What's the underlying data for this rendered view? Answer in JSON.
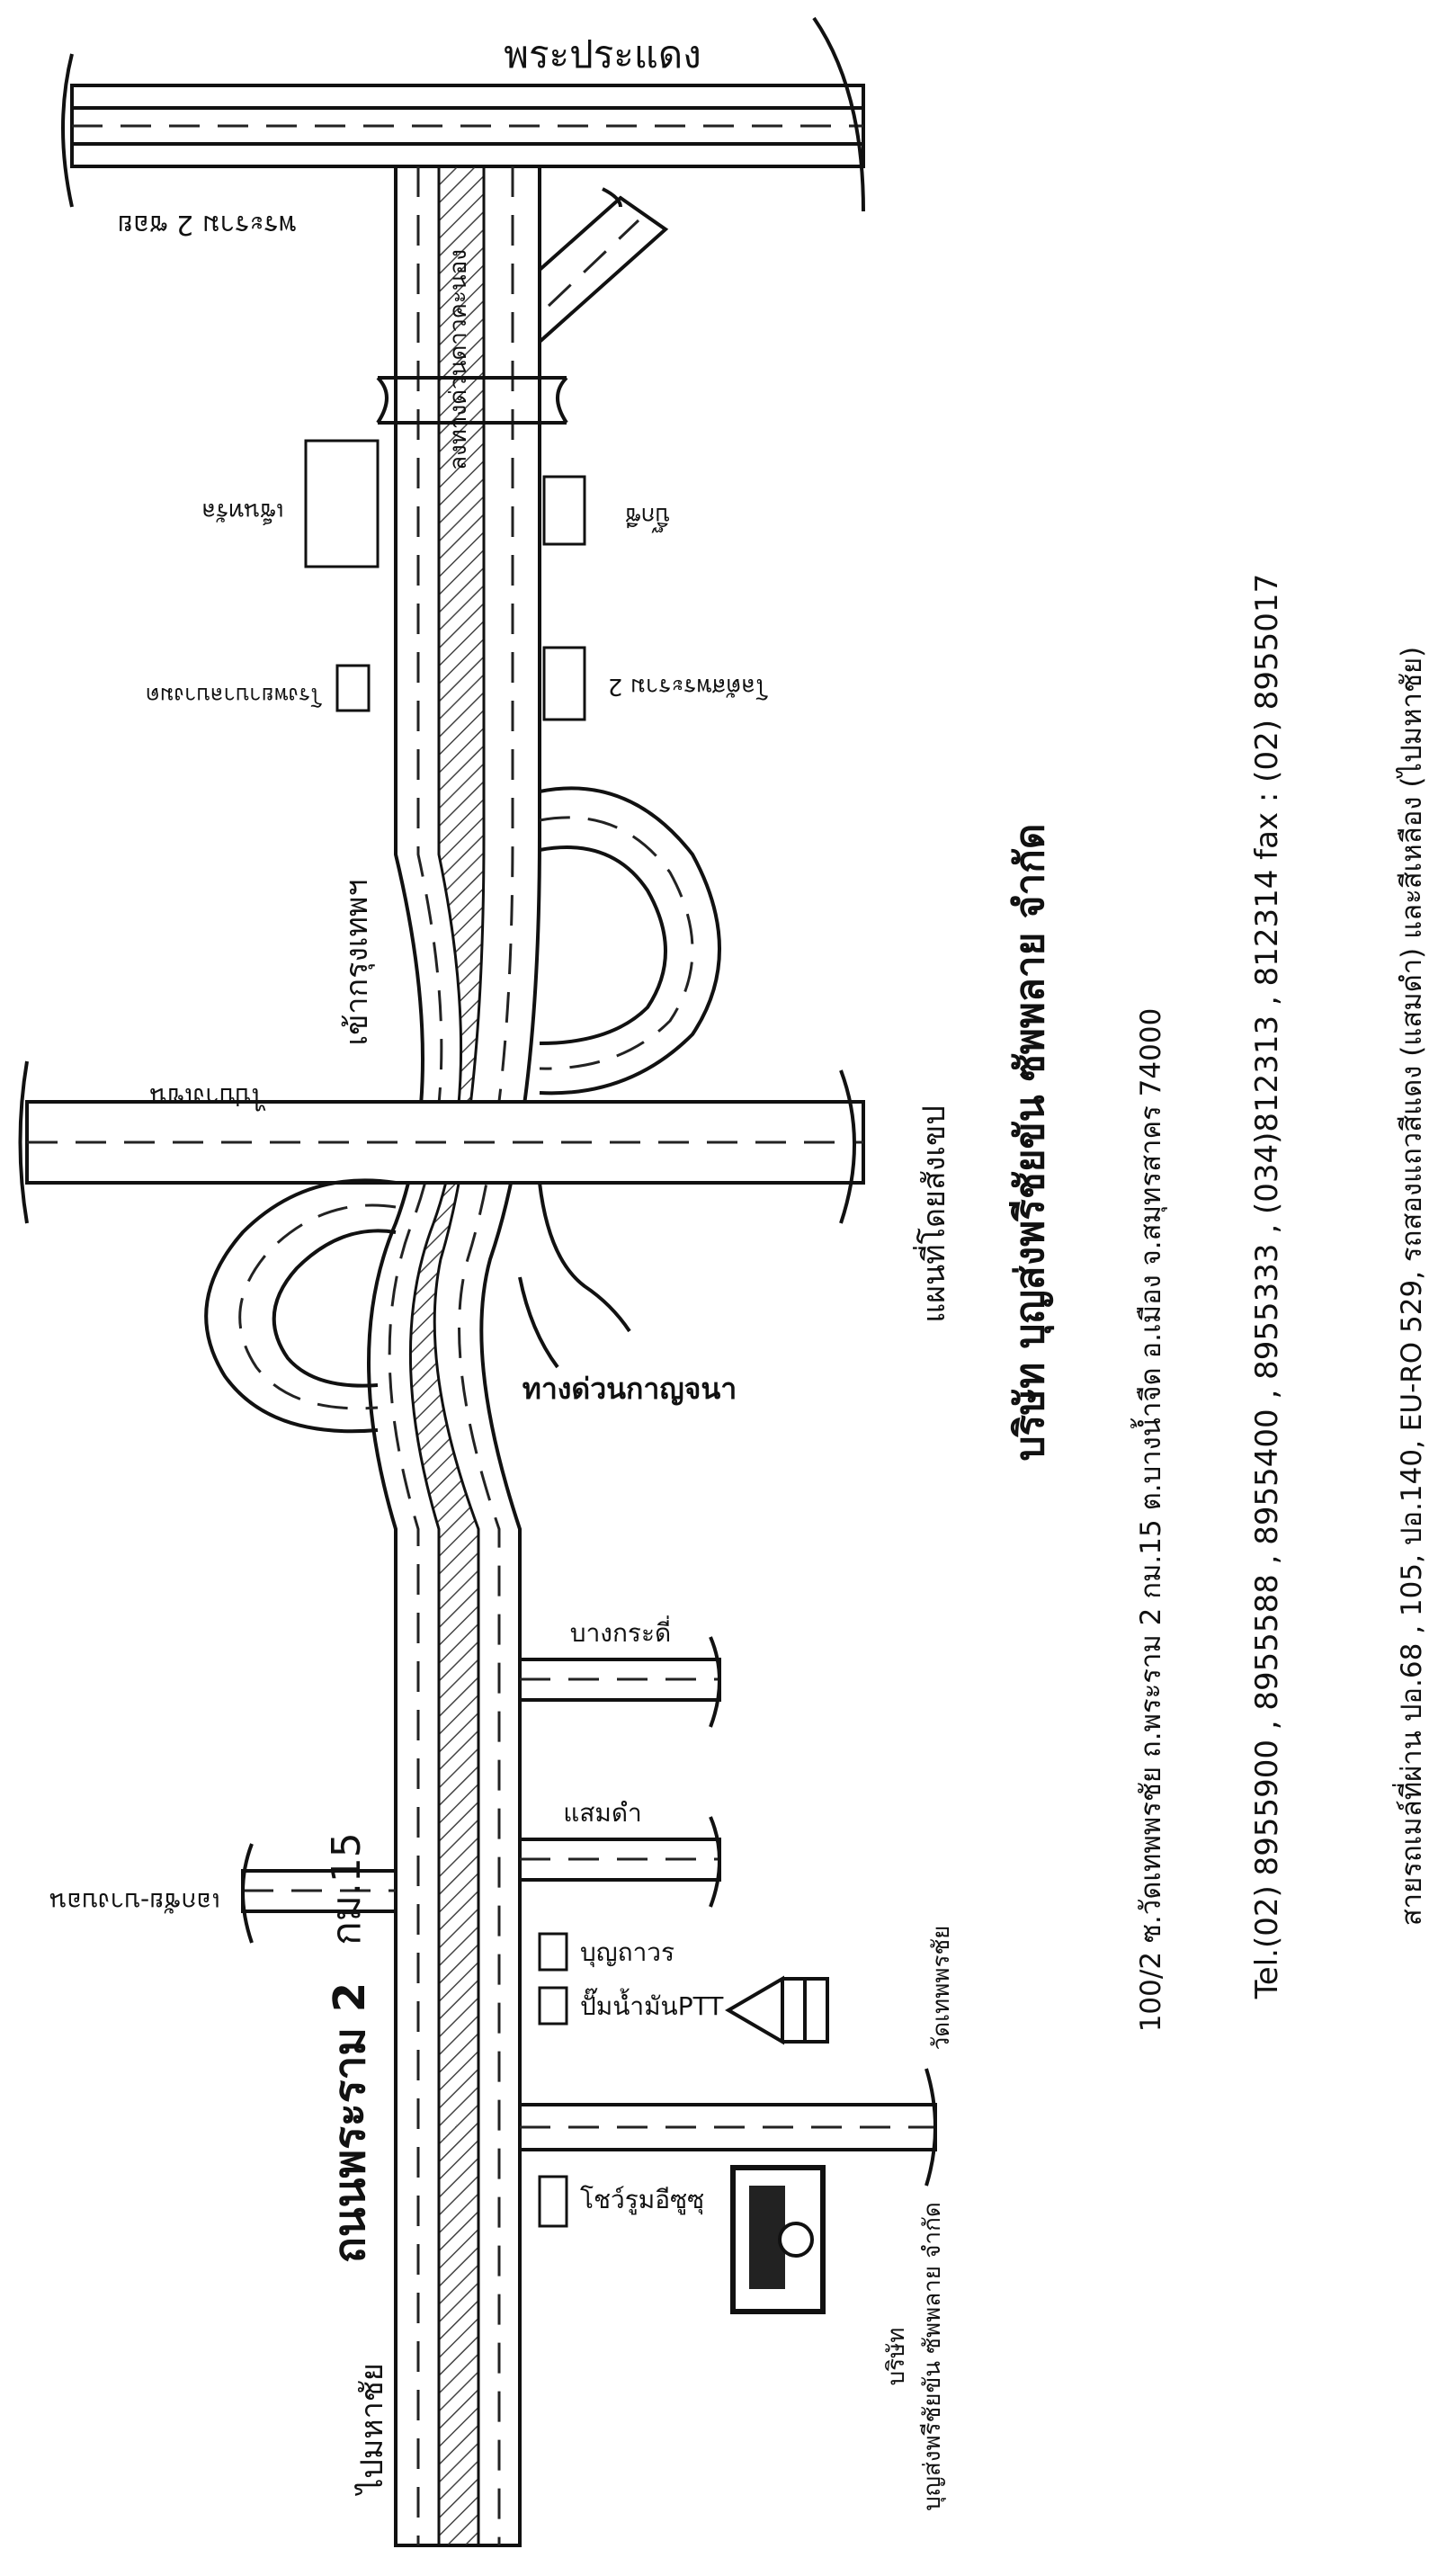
{
  "map": {
    "roads": {
      "top_road": "พระประแดง",
      "km15": "กม.15",
      "main_road": "ถนนพระราม 2",
      "to_mahachai": "ไปมหาชัย",
      "to_bangkok": "เข้ากรุงเทพฯ",
      "expressway_exit": "ลงทางด่วนดาวคะนอง",
      "kanchana_expressway": "ทางด่วนกาญจนา",
      "bang_kradi": "บางกระดี่",
      "samae_dam": "แสมดำ",
      "ekkachai": "เอกชัย-บางบอน",
      "to_bangkhen": "ไปบางเขน",
      "soi_rama2_left": "พระราม 2 ซอย",
      "wat_thep_phon_chai": "วัดเทพพรชัย"
    },
    "landmarks": {
      "boonthaworn": "บุญถาวร",
      "ptt": "ปั๊มน้ำมันPTT",
      "isuzu": "โชว์รูมอีซูซุ",
      "company_label_line1": "บริษัท",
      "company_label_line2": "บุญส่งพรีชัยขัน ซัพพลาย จำกัด",
      "big_c": "บิ๊กซี",
      "lotus": "โลตัสพระราม 2",
      "central": "เซ็นทรัล",
      "bangmod_hospital": "โรงพยาบาลบางมด"
    },
    "credit": "แผนที่โดยสังเขป"
  },
  "company": {
    "name": "บริษัท บุญส่งพรีชัยขัน ซัพพลาย จำกัด",
    "address": "100/2   ซ.วัดเทพพรชัย   ถ.พระราม 2 กม.15   ต.บางน้ำจืด   อ.เมือง   จ.สมุทรสาคร  74000",
    "tel": "Tel.(02) 8955900 , 8955588 , 8955400 , 8955333 , (034)812313 ,  812314 fax : (02) 8955017",
    "bus": "สายรถเมล์ที่ผ่าน ปอ.68 ,  105, ปอ.140,  EU-RO 529, รถสองแถวสีแดง (แสมดำ) และสีเหลือง (ไปมหาชัย)"
  }
}
